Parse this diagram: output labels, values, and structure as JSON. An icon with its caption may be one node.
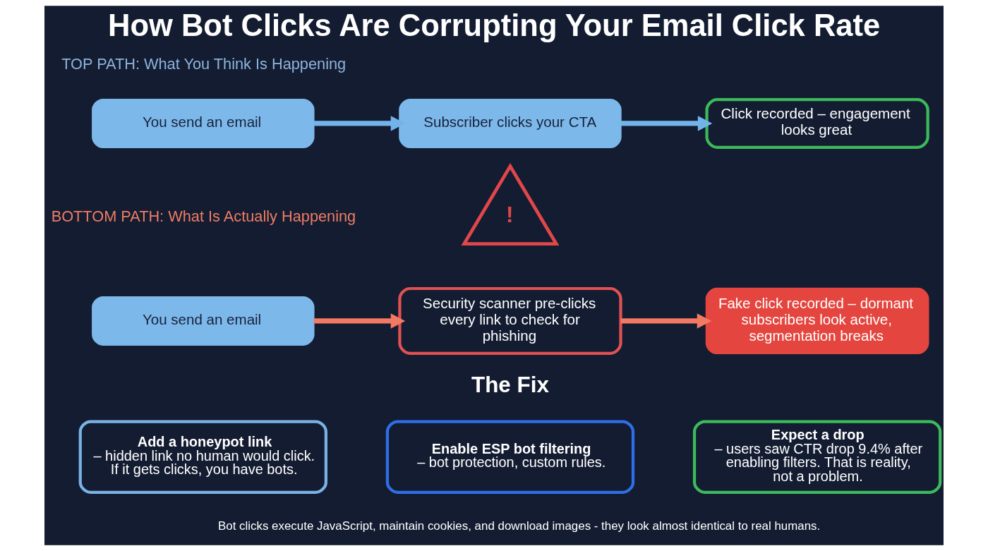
{
  "diagram": {
    "title": "How Bot Clicks Are Corrupting Your Email Click Rate",
    "nodes": [
      {
        "text": [
          "You send an email"
        ]
      },
      {
        "text": [
          "Subscriber clicks your CTA"
        ]
      },
      {
        "text": [
          "Click recorded – engagement looks great"
        ]
      },
      {
        "text": [
          "!"
        ]
      },
      {
        "text": [
          "You send an email"
        ]
      },
      {
        "text": [
          "Security scanner pre-clicks every link to check for phishing"
        ]
      },
      {
        "text": [
          "Fake click recorded – dormant subscribers look active, segmentation breaks"
        ]
      },
      {
        "text": [
          "Add a honeypot link",
          "– hidden link no human would click. If it gets clicks, you have bots."
        ]
      },
      {
        "text": [
          "Enable ESP bot filtering",
          "– bot protection, custom rules."
        ]
      },
      {
        "text": [
          "Expect a drop",
          "– users saw CTR drop 9.4% after enabling filters. That is reality, not a problem."
        ]
      }
    ],
    "edges": [
      {
        "from": 0,
        "to": 1,
        "arrow": "to",
        "color": "#72b4ea"
      },
      {
        "from": 1,
        "to": 2,
        "arrow": "to",
        "color": "#72b4ea"
      },
      {
        "from": 4,
        "to": 5,
        "arrow": "to",
        "color": "#f27a62"
      },
      {
        "from": 5,
        "to": 6,
        "arrow": "to",
        "color": "#f27a62"
      }
    ],
    "labels": [
      "TOP PATH: What You Think Is Happening",
      "BOTTOM PATH: What Is Actually Happening",
      "The Fix",
      "Bot clicks execute JavaScript, maintain cookies, and download images - they look almost identical to real humans."
    ]
  }
}
